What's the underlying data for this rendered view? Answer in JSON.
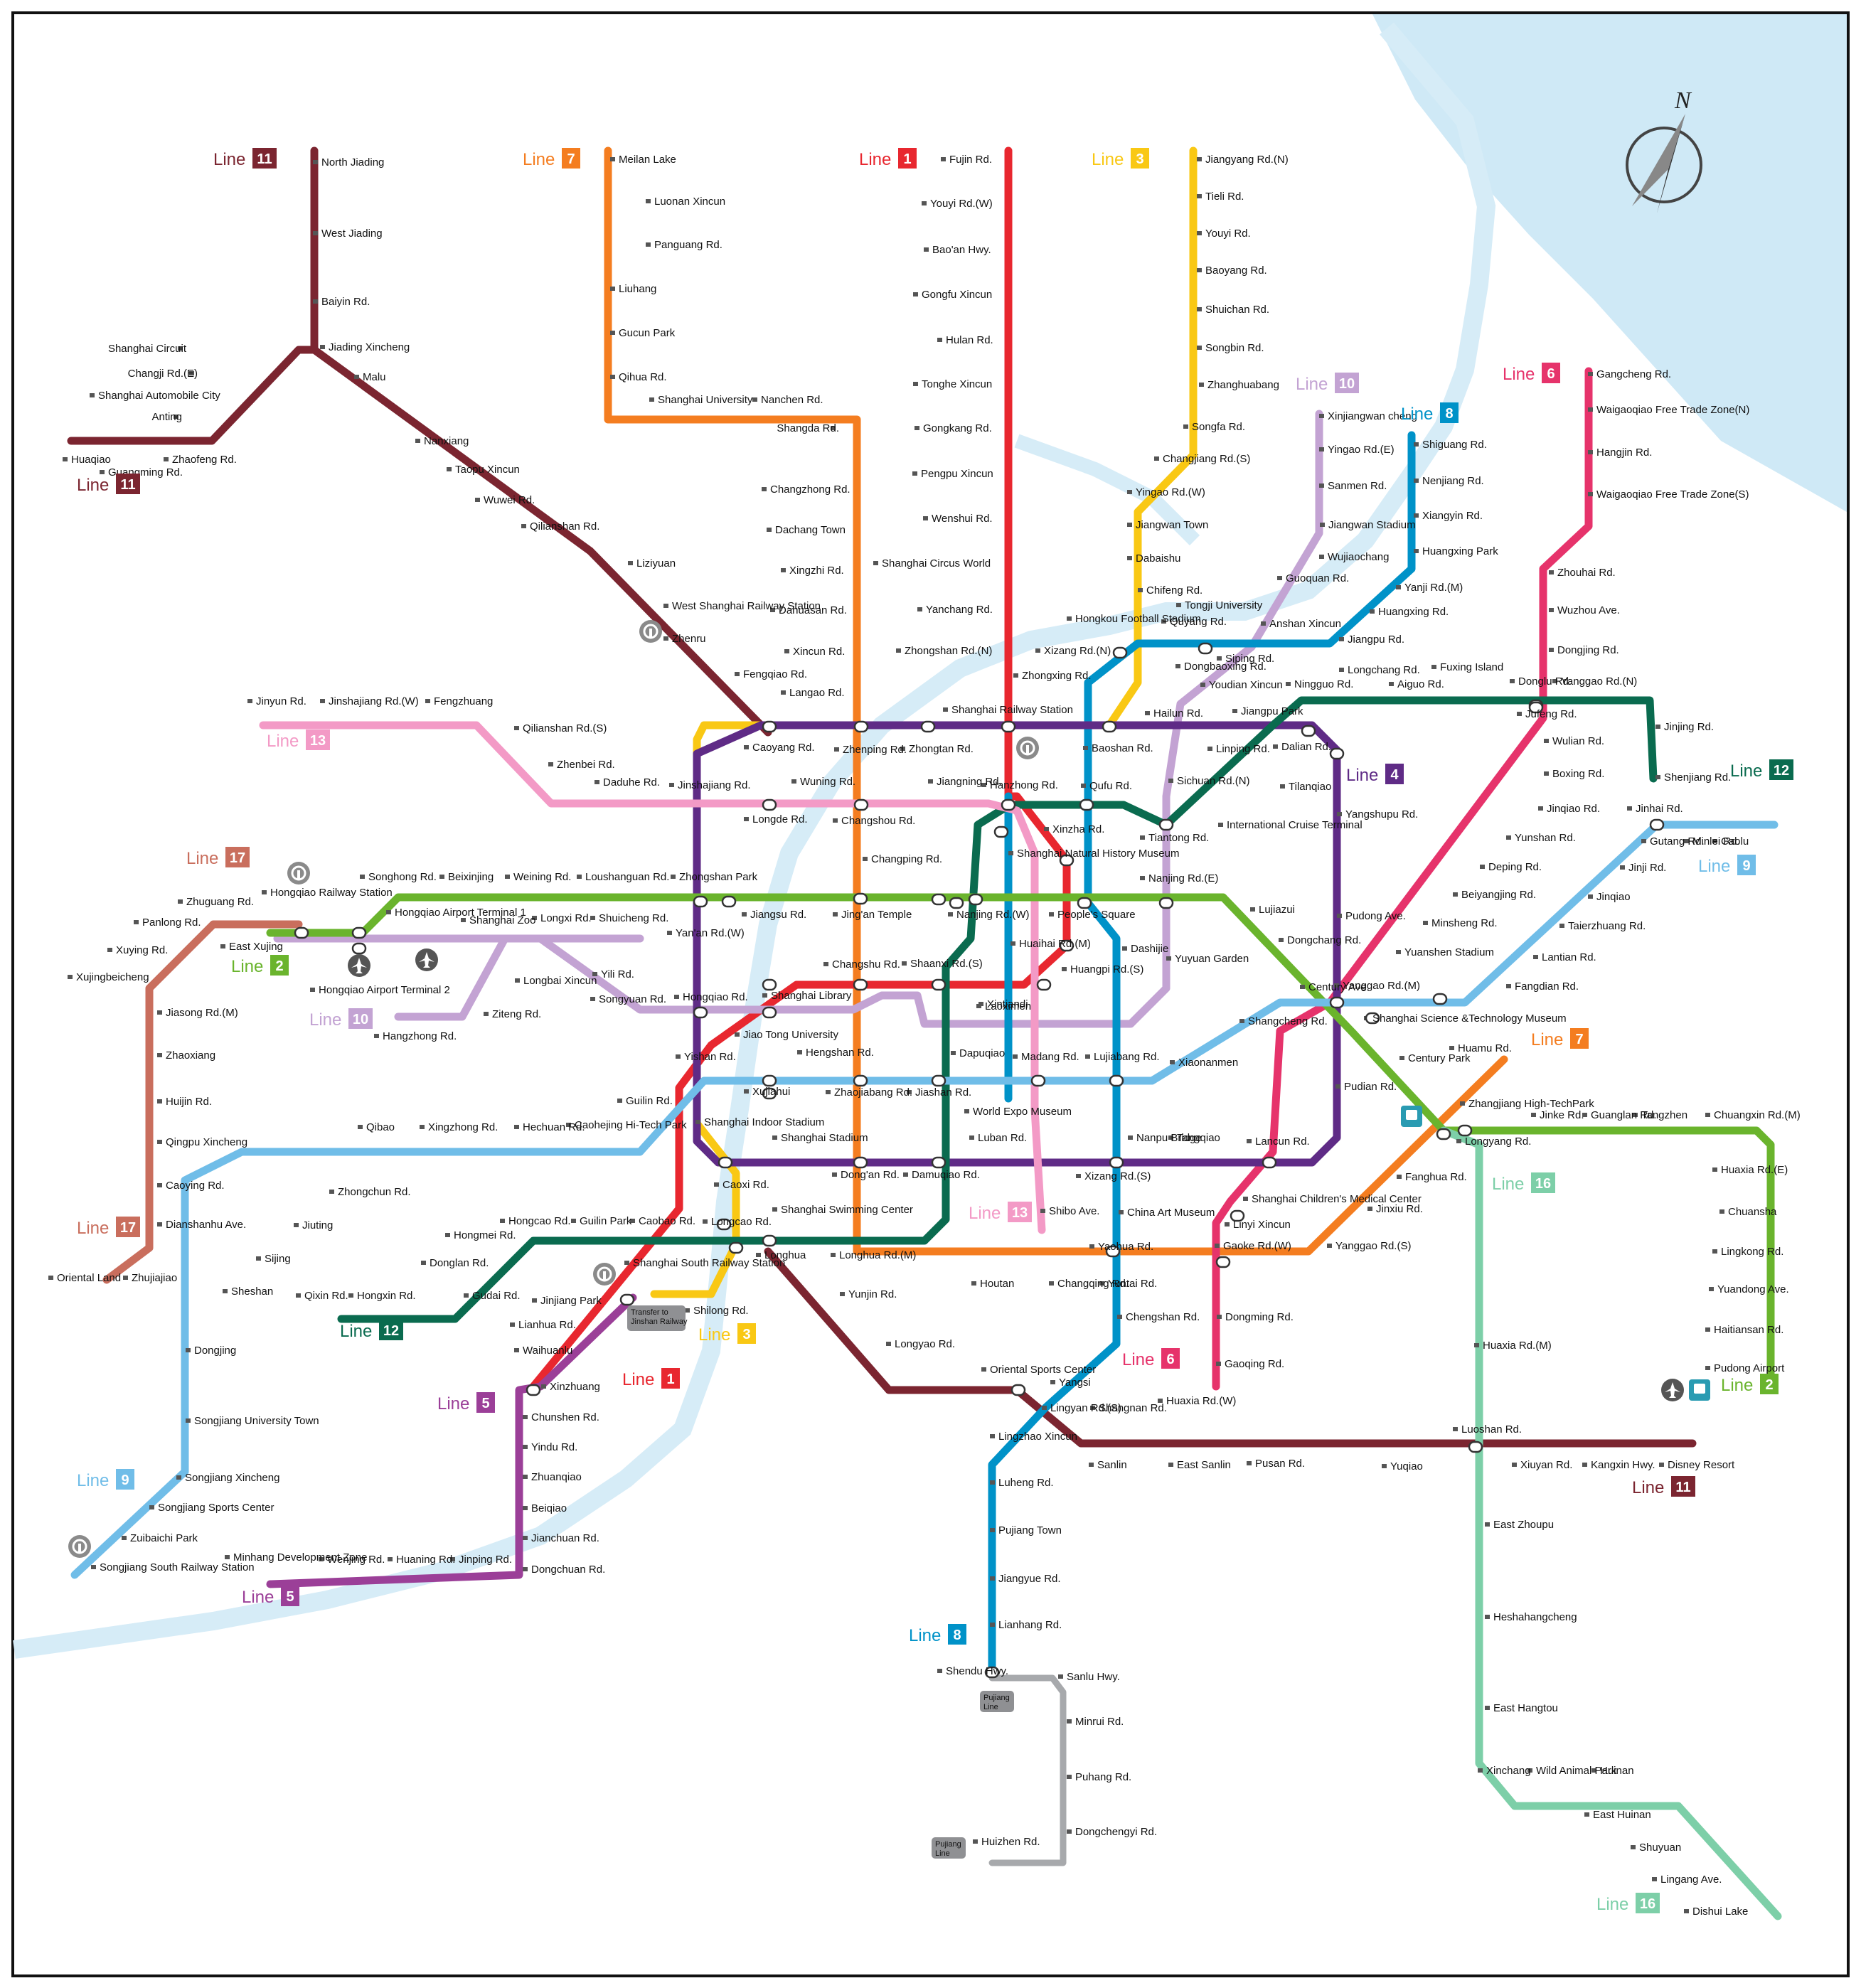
{
  "map": {
    "compass_label": "N",
    "colors": {
      "water": "#cfe9f6",
      "river": "#d6ecf7",
      "border": "#111111",
      "line1": "#e8272f",
      "line2": "#6ab42d",
      "line3": "#f9c814",
      "line4": "#5f2b86",
      "line5": "#9b3f98",
      "line6": "#e6336b",
      "line7": "#f47d20",
      "line8": "#0092c8",
      "line9": "#70bde8",
      "line10": "#c3a3d3",
      "line11": "#7b2530",
      "line12": "#0a6b4f",
      "line13": "#f39ac6",
      "line16": "#7dcfa8",
      "line17": "#c96e5d",
      "pujiang": "#a7a9ac"
    },
    "line_badges": [
      {
        "word": "Line",
        "number": "11",
        "color": "#7b2530"
      },
      {
        "word": "Line",
        "number": "7",
        "color": "#f47d20"
      },
      {
        "word": "Line",
        "number": "1",
        "color": "#e8272f"
      },
      {
        "word": "Line",
        "number": "3",
        "color": "#f9c814"
      },
      {
        "word": "Line",
        "number": "10",
        "color": "#c3a3d3"
      },
      {
        "word": "Line",
        "number": "8",
        "color": "#0092c8"
      },
      {
        "word": "Line",
        "number": "6",
        "color": "#e6336b"
      },
      {
        "word": "Line",
        "number": "11",
        "color": "#7b2530"
      },
      {
        "word": "Line",
        "number": "13",
        "color": "#f39ac6"
      },
      {
        "word": "Line",
        "number": "4",
        "color": "#5f2b86"
      },
      {
        "word": "Line",
        "number": "12",
        "color": "#0a6b4f"
      },
      {
        "word": "Line",
        "number": "17",
        "color": "#c96e5d"
      },
      {
        "word": "Line",
        "number": "2",
        "color": "#6ab42d"
      },
      {
        "word": "Line",
        "number": "10",
        "color": "#c3a3d3"
      },
      {
        "word": "Line",
        "number": "9",
        "color": "#70bde8"
      },
      {
        "word": "Line",
        "number": "7",
        "color": "#f47d20"
      },
      {
        "word": "Line",
        "number": "16",
        "color": "#7dcfa8"
      },
      {
        "word": "Line",
        "number": "17",
        "color": "#c96e5d"
      },
      {
        "word": "Line",
        "number": "13",
        "color": "#f39ac6"
      },
      {
        "word": "Line",
        "number": "12",
        "color": "#0a6b4f"
      },
      {
        "word": "Line",
        "number": "3",
        "color": "#f9c814"
      },
      {
        "word": "Line",
        "number": "1",
        "color": "#e8272f"
      },
      {
        "word": "Line",
        "number": "5",
        "color": "#9b3f98"
      },
      {
        "word": "Line",
        "number": "6",
        "color": "#e6336b"
      },
      {
        "word": "Line",
        "number": "2",
        "color": "#6ab42d"
      },
      {
        "word": "Line",
        "number": "9",
        "color": "#70bde8"
      },
      {
        "word": "Line",
        "number": "11",
        "color": "#7b2530"
      },
      {
        "word": "Line",
        "number": "8",
        "color": "#0092c8"
      },
      {
        "word": "Line",
        "number": "5",
        "color": "#9b3f98"
      },
      {
        "word": "Line",
        "number": "16",
        "color": "#7dcfa8"
      }
    ],
    "stations": [
      "North Jiading",
      "West Jiading",
      "Baiyin Rd.",
      "Jiading Xincheng",
      "Malu",
      "Shanghai Circuit",
      "Changji Rd.(E)",
      "Shanghai Automobile City",
      "Anting",
      "Huaqiao",
      "Guangming Rd.",
      "Zhaofeng Rd.",
      "Nanxiang",
      "Taopu Xincun",
      "Wuwei Rd.",
      "Qilianshan Rd.",
      "Liziyuan",
      "West Shanghai Railway Station",
      "Zhenru",
      "Fengqiao Rd.",
      "Meilan Lake",
      "Luonan Xincun",
      "Panguang Rd.",
      "Liuhang",
      "Gucun Park",
      "Qihua Rd.",
      "Shanghai University",
      "Nanchen Rd.",
      "Shangda Rd.",
      "Changzhong Rd.",
      "Dachang Town",
      "Xingzhi Rd.",
      "Dahuasan Rd.",
      "Xincun Rd.",
      "Langao Rd.",
      "Fujin Rd.",
      "Youyi Rd.(W)",
      "Bao'an Hwy.",
      "Gongfu Xincun",
      "Hulan Rd.",
      "Tonghe Xincun",
      "Gongkang Rd.",
      "Pengpu Xincun",
      "Wenshui Rd.",
      "Shanghai Circus World",
      "Yanchang Rd.",
      "Zhongshan Rd.(N)",
      "Jiangyang Rd.(N)",
      "Tieli Rd.",
      "Youyi Rd.",
      "Baoyang Rd.",
      "Shuichan Rd.",
      "Songbin Rd.",
      "Zhanghuabang",
      "Songfa Rd.",
      "Changjiang Rd.(S)",
      "Yingao Rd.(W)",
      "Jiangwan Town",
      "Dabaishu",
      "Chifeng Rd.",
      "Hongkou Football Stadium",
      "Xinjiangwan cheng",
      "Yingao Rd.(E)",
      "Sanmen Rd.",
      "Jiangwan Stadium",
      "Wujiaochang",
      "Guoquan Rd.",
      "Tongji University",
      "Quyang Rd.",
      "Youdian Xincun",
      "Hailun Rd.",
      "Shiguang Rd.",
      "Nenjiang Rd.",
      "Xiangyin Rd.",
      "Huangxing Park",
      "Yanji Rd.(M)",
      "Huangxing Rd.",
      "Anshan Xincun",
      "Jiangpu Rd.",
      "Siping Rd.",
      "Xizang Rd.(N)",
      "Zhongxing Rd.",
      "Gangcheng Rd.",
      "Waigaoqiao Free Trade Zone(N)",
      "Hangjin Rd.",
      "Waigaoqiao Free Trade Zone(S)",
      "Zhouhai Rd.",
      "Wuzhou Ave.",
      "Dongjing Rd.",
      "Jufeng Rd.",
      "Wulian Rd.",
      "Boxing Rd.",
      "Jinqiao Rd.",
      "Yunshan Rd.",
      "Deping Rd.",
      "Beiyangjing Rd.",
      "Minsheng Rd.",
      "Yuanshen Stadium",
      "Longchang Rd.",
      "Fuxing Island",
      "Donglu Rd.",
      "Yanggao Rd.(N)",
      "Jinjing Rd.",
      "Shenjiang Rd.",
      "Jinhai Rd.",
      "Aiguo Rd.",
      "Ningguo Rd.",
      "Jiangpu Park",
      "Dalian Rd.",
      "Tilanqiao",
      "International Cruise Terminal",
      "Tiantong Rd.",
      "Qufu Rd.",
      "Dongbaoxing Rd.",
      "Jinyun Rd.",
      "Jinshajiang Rd.(W)",
      "Fengzhuang",
      "Qilianshan Rd.(S)",
      "Zhenbei Rd.",
      "Daduhe Rd.",
      "Jinshajiang Rd.",
      "Longde Rd.",
      "Wuning Rd.",
      "Changshou Rd.",
      "Jiangning Rd.",
      "Hanzhong Rd.",
      "Shanghai Natural History Museum",
      "Xinzha Rd.",
      "Caoyang Rd.",
      "Zhenping Rd.",
      "Zhongtan Rd.",
      "Shanghai Railway Station",
      "Baoshan Rd.",
      "Linping Rd.",
      "Sichuan Rd.(N)",
      "Yangshupu Rd.",
      "Pudong Ave.",
      "Dongchang Rd.",
      "Century Ave.",
      "Yanggao Rd.(M)",
      "Shangcheng Rd.",
      "Hongqiao Railway Station",
      "Songhong Rd.",
      "Beixinjing",
      "Weining Rd.",
      "Loushanguan Rd.",
      "Zhongshan Park",
      "Jiangsu Rd.",
      "Jing'an Temple",
      "Nanjing Rd.(W)",
      "Nanjing Rd.(E)",
      "People's Square",
      "Lujiazui",
      "East Xujing",
      "Hongqiao Airport Terminal 1",
      "Hongqiao Airport Terminal 2",
      "Shanghai Zoo",
      "Longxi Rd.",
      "Shuicheng Rd.",
      "Yan'an Rd.(W)",
      "Zhuguang Rd.",
      "Panlong Rd.",
      "Xuying Rd.",
      "Xujingbeicheng",
      "Jiasong Rd.(M)",
      "Zhaoxiang",
      "Huijin Rd.",
      "Qingpu Xincheng",
      "Caoying Rd.",
      "Dianshanhu Ave.",
      "Oriental Land",
      "Zhujiajiao",
      "Longbai Xincun",
      "Yili Rd.",
      "Ziteng Rd.",
      "Hangzhong Rd.",
      "Songyuan Rd.",
      "Hongqiao Rd.",
      "Shanghai Library",
      "Jiao Tong University",
      "Changshu Rd.",
      "Shaanxi Rd.(S)",
      "Xintiandi",
      "Laoximen",
      "Yuyuan Garden",
      "Changping Rd.",
      "Huaihai Rd.(M)",
      "Huangpi Rd.(S)",
      "Dashijie",
      "Yishan Rd.",
      "Xujiahui",
      "Hengshan Rd.",
      "Zhaojiabang Rd.",
      "Jiashan Rd.",
      "Dapuqiao",
      "Madang Rd.",
      "Lujiabang Rd.",
      "Xiaonanmen",
      "Shanghai Science &Technology Museum",
      "Century Park",
      "Huamu Rd.",
      "Pudian Rd.",
      "Guilin Rd.",
      "Caohejing Hi-Tech Park",
      "Hechuan Rd.",
      "Xingzhong Rd.",
      "Qibao",
      "Zhongchun Rd.",
      "Jiuting",
      "Sijing",
      "Sheshan",
      "Dongjing",
      "Songjiang University Town",
      "Songjiang Xincheng",
      "Songjiang Sports Center",
      "Zuibaichi Park",
      "Songjiang South Railway Station",
      "Shanghai Indoor Stadium",
      "Shanghai Stadium",
      "Dong'an Rd.",
      "Damuqiao Rd.",
      "Luban Rd.",
      "World Expo Museum",
      "Nanpu Bridge",
      "Tangqiao",
      "Lancun Rd.",
      "Xizang Rd.(S)",
      "Shibo Ave.",
      "China Art Museum",
      "Zhangjiang High-TechPark",
      "Jinke Rd.",
      "Guanglan Rd.",
      "Tangzhen",
      "Chuangxin Rd.(M)",
      "Caoxi Rd.",
      "Shanghai Swimming Center",
      "Longcao Rd.",
      "Longhua",
      "Longhua Rd.(M)",
      "Yunjin Rd.",
      "Longyao Rd.",
      "Oriental Sports Center",
      "Hongcao Rd.",
      "Guilin Park",
      "Caobao Rd.",
      "Hongmei Rd.",
      "Donglan Rd.",
      "Gudai Rd.",
      "Hongxin Rd.",
      "Qixin Rd.",
      "Shanghai South Railway Station",
      "Shilong Rd.",
      "Jinjiang Park",
      "Lianhua Rd.",
      "Waihuanlu",
      "Xinzhuang",
      "Chunshen Rd.",
      "Yindu Rd.",
      "Zhuanqiao",
      "Beiqiao",
      "Jianchuan Rd.",
      "Dongchuan Rd.",
      "Minhang Development Zone",
      "Wenjing Rd.",
      "Huaning Rd.",
      "Jinping Rd.",
      "Houtan",
      "Changqing Rd.",
      "Yaohua Rd.",
      "Yuntai Rd.",
      "Gaoke Rd.(W)",
      "Yanggao Rd.(S)",
      "Jinxiu Rd.",
      "Fanghua Rd.",
      "Longyang Rd.",
      "Chengshan Rd.",
      "Dongming Rd.",
      "Gaoqing Rd.",
      "Huaxia Rd.(W)",
      "Shangnan Rd.",
      "Lingyan Rd.(S)",
      "Yangsi",
      "Shanghai Children's Medical Center",
      "Linyi Xincun",
      "Lingzhao Xincun",
      "Luheng Rd.",
      "Pujiang Town",
      "Jiangyue Rd.",
      "Lianhang Rd.",
      "Shendu Hwy.",
      "Sanlu Hwy.",
      "Minrui Rd.",
      "Puhang Rd.",
      "Dongchengyi Rd.",
      "Huizhen Rd.",
      "Sanlin",
      "East Sanlin",
      "Pusan Rd.",
      "Yuqiao",
      "Luoshan Rd.",
      "Xiuyan Rd.",
      "Kangxin Hwy.",
      "Disney Resort",
      "Huaxia Rd.(E)",
      "Chuansha",
      "Lingkong Rd.",
      "Yuandong Ave.",
      "Haitiansan Rd.",
      "Pudong Airport",
      "Huaxia Rd.(M)",
      "East Zhoupu",
      "Heshahangcheng",
      "East Hangtou",
      "Xinchang",
      "Wild Animal Park",
      "Huinan",
      "East Huinan",
      "Shuyuan",
      "Lingang Ave.",
      "Dishui Lake",
      "Gutang Rd.",
      "Minlei Rd.",
      "Caolu",
      "Jinji Rd.",
      "Jinqiao",
      "Taierzhuang Rd.",
      "Lantian Rd.",
      "Fangdian Rd."
    ],
    "notes": [
      {
        "lines": [
          "Transfer to",
          "Jinshan Railway"
        ]
      },
      {
        "lines": [
          "Pujiang",
          "Line"
        ]
      },
      {
        "lines": [
          "Pujiang",
          "Line"
        ]
      }
    ]
  }
}
